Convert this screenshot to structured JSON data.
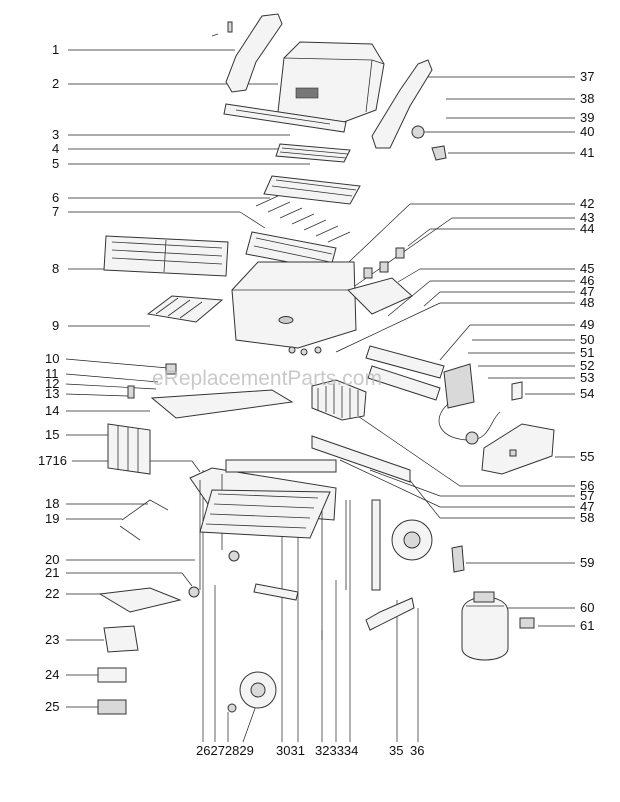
{
  "watermark": "eReplacementParts.com",
  "labels": {
    "l1": "1",
    "l2": "2",
    "l3": "3",
    "l4": "4",
    "l5": "5",
    "l6": "6",
    "l7": "7",
    "l8": "8",
    "l9": "9",
    "l10": "10",
    "l11": "11",
    "l12": "12",
    "l13": "13",
    "l14": "14",
    "l15": "15",
    "l1716": "1716",
    "l18": "18",
    "l19": "19",
    "l20": "20",
    "l21": "21",
    "l22": "22",
    "l23": "23",
    "l24": "24",
    "l25": "25",
    "l37": "37",
    "l38": "38",
    "l39": "39",
    "l40": "40",
    "l41": "41",
    "l42": "42",
    "l43": "43",
    "l44": "44",
    "l45": "45",
    "l46": "46",
    "l47": "47",
    "l48": "48",
    "l49": "49",
    "l50": "50",
    "l51": "51",
    "l52": "52",
    "l53": "53",
    "l54": "54",
    "l55": "55",
    "l56": "56",
    "l57": "57",
    "l47b": "47",
    "l58": "58",
    "l59": "59",
    "l60": "60",
    "l61": "61",
    "b26272829": "26272829",
    "b3031": "3031",
    "b323334": "323334",
    "b35": "35",
    "b36": "36"
  }
}
